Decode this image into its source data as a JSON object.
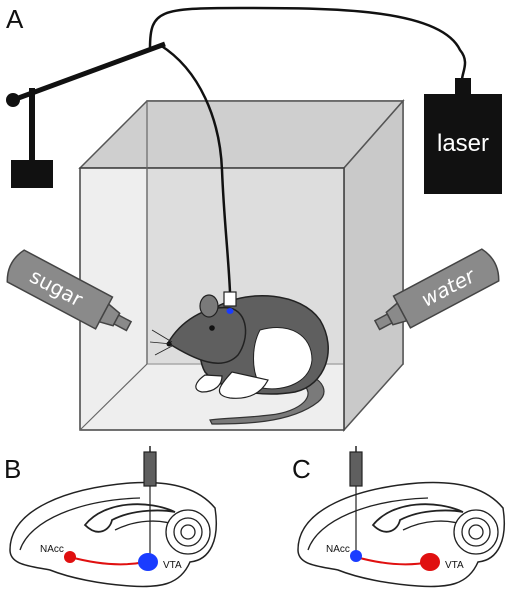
{
  "panels": {
    "a": "A",
    "b": "B",
    "c": "C"
  },
  "labels": {
    "laser": "laser",
    "sugar": "sugar",
    "water": "water",
    "nacc": "NAcc",
    "vta": "VTA"
  },
  "colors": {
    "box_fill": "#d9d9d9",
    "box_edge": "#555555",
    "rat_dark": "#5f5f5f",
    "rat_light": "#ffffff",
    "bottle": "#8a8a8a",
    "optic_blue": "#1a3cff",
    "pathway_red": "#e01010",
    "black": "#111111"
  }
}
